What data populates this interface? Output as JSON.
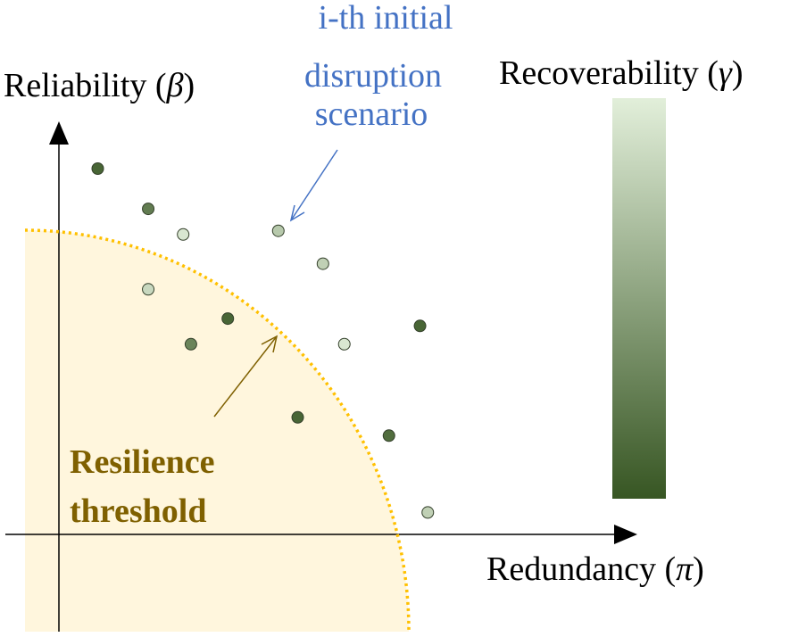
{
  "labels": {
    "y_axis_text": "Reliability (",
    "y_axis_symbol": "β",
    "y_axis_close": ")",
    "x_axis_text": "Redundancy (",
    "x_axis_symbol": "π",
    "x_axis_close": ")",
    "colorbar_text": "Recoverability (",
    "colorbar_symbol": "γ",
    "colorbar_close": ")",
    "scenario_line1": "i-th initial",
    "scenario_line2": "disruption",
    "scenario_line3": "scenario",
    "threshold_line1": "Resilience",
    "threshold_line2": "threshold"
  },
  "colors": {
    "scenario_text": "#4472c4",
    "threshold_text": "#7f6000",
    "threshold_curve": "#ffc000",
    "threshold_fill": "#fff6dd",
    "axis": "#000000",
    "colorbar_top": "#e2efda",
    "colorbar_bottom": "#375623"
  },
  "scenarios": [
    {
      "redundancy": 0.2,
      "reliability": 1.0,
      "recoverability": 0.1
    },
    {
      "redundancy": 0.46,
      "reliability": 0.89,
      "recoverability": 0.25
    },
    {
      "redundancy": 0.64,
      "reliability": 0.82,
      "recoverability": 0.95
    },
    {
      "redundancy": 1.13,
      "reliability": 0.83,
      "recoverability": 0.75
    },
    {
      "redundancy": 1.36,
      "reliability": 0.74,
      "recoverability": 0.8
    },
    {
      "redundancy": 0.46,
      "reliability": 0.67,
      "recoverability": 0.85
    },
    {
      "redundancy": 0.87,
      "reliability": 0.59,
      "recoverability": 0.1
    },
    {
      "redundancy": 0.68,
      "reliability": 0.52,
      "recoverability": 0.3
    },
    {
      "redundancy": 1.47,
      "reliability": 0.52,
      "recoverability": 0.95
    },
    {
      "redundancy": 1.86,
      "reliability": 0.57,
      "recoverability": 0.1
    },
    {
      "redundancy": 1.23,
      "reliability": 0.32,
      "recoverability": 0.1
    },
    {
      "redundancy": 1.7,
      "reliability": 0.27,
      "recoverability": 0.15
    },
    {
      "redundancy": 1.9,
      "reliability": 0.06,
      "recoverability": 0.8
    }
  ]
}
